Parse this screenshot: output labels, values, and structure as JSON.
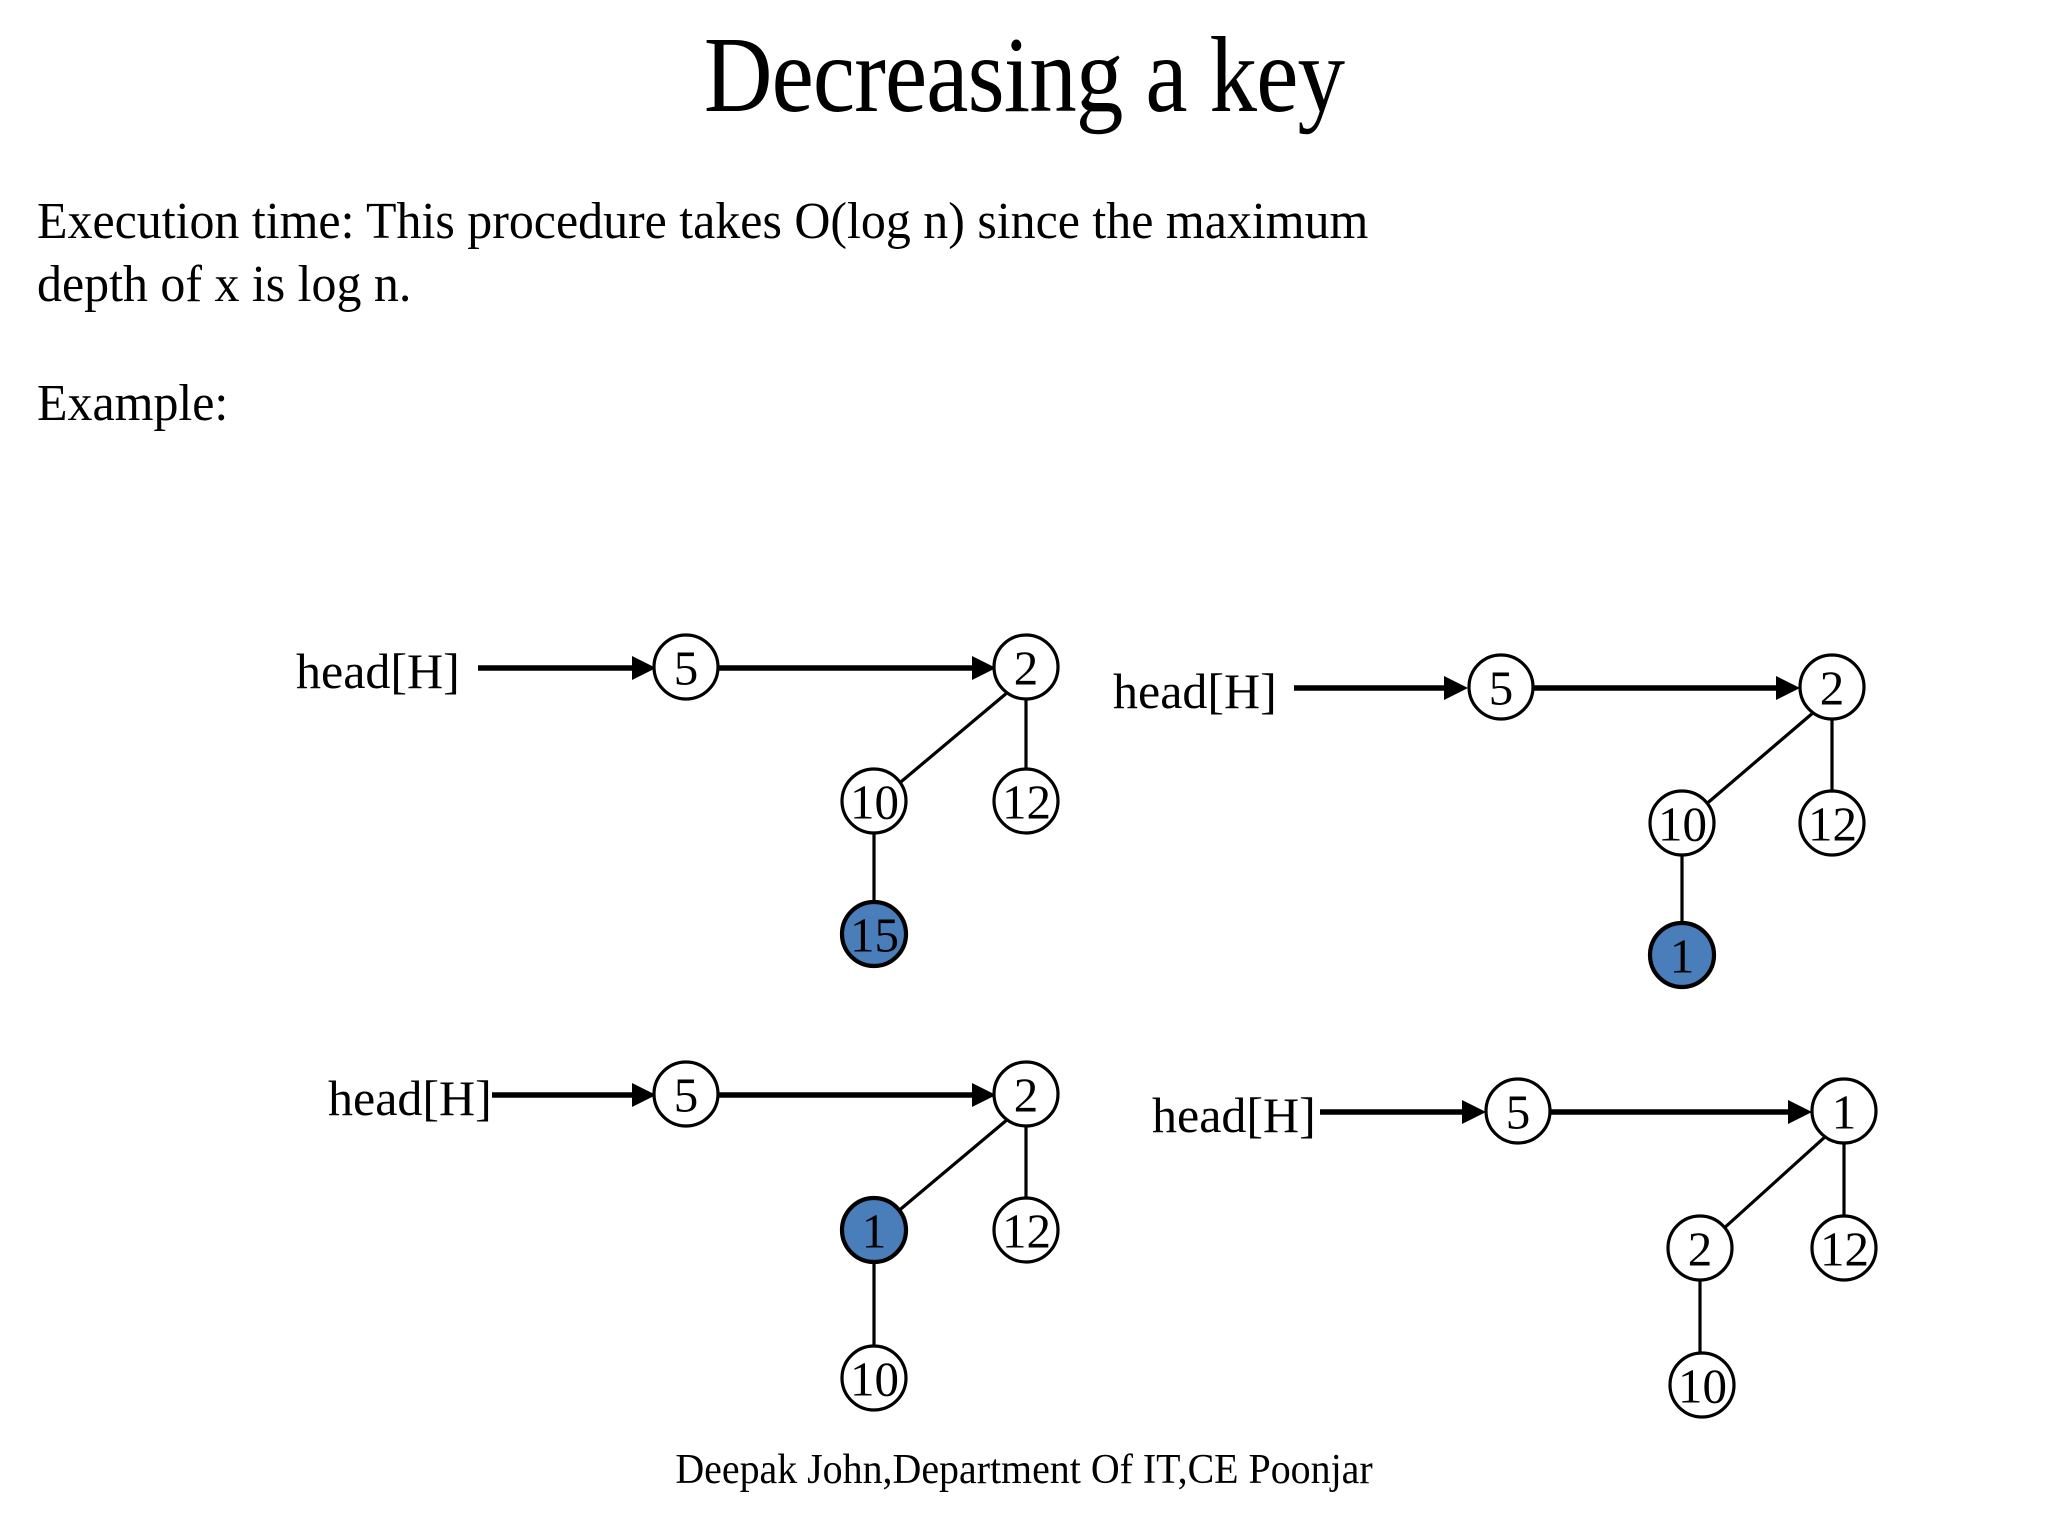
{
  "slide": {
    "title": "Decreasing a key",
    "paragraphs": {
      "execution_line1": "Execution time: This procedure takes O(log n) since the maximum",
      "execution_line2": "depth of x is log n.",
      "example_label": "Example:"
    },
    "footer": "Deepak John,Department Of IT,CE Poonjar"
  },
  "colors": {
    "highlight_node_fill": "#4A7EBB",
    "node_fill": "#FFFFFF",
    "stroke": "#000000",
    "background": "#FFFFFF"
  },
  "diagrams": [
    {
      "id": "step-1",
      "head_label": "head[H]",
      "nodes": [
        {
          "key": "root-5",
          "value": "5",
          "highlighted": false
        },
        {
          "key": "root-2",
          "value": "2",
          "highlighted": false
        },
        {
          "key": "child-10",
          "value": "10",
          "highlighted": false
        },
        {
          "key": "child-12",
          "value": "12",
          "highlighted": false
        },
        {
          "key": "child-15",
          "value": "15",
          "highlighted": true
        }
      ]
    },
    {
      "id": "step-2",
      "head_label": "head[H]",
      "nodes": [
        {
          "key": "root-5",
          "value": "5",
          "highlighted": false
        },
        {
          "key": "root-2",
          "value": "2",
          "highlighted": false
        },
        {
          "key": "child-10",
          "value": "10",
          "highlighted": false
        },
        {
          "key": "child-12",
          "value": "12",
          "highlighted": false
        },
        {
          "key": "child-1",
          "value": "1",
          "highlighted": true
        }
      ]
    },
    {
      "id": "step-3",
      "head_label": "head[H]",
      "nodes": [
        {
          "key": "root-5",
          "value": "5",
          "highlighted": false
        },
        {
          "key": "root-2",
          "value": "2",
          "highlighted": false
        },
        {
          "key": "child-1",
          "value": "1",
          "highlighted": true
        },
        {
          "key": "child-12",
          "value": "12",
          "highlighted": false
        },
        {
          "key": "child-10",
          "value": "10",
          "highlighted": false
        }
      ]
    },
    {
      "id": "step-4",
      "head_label": "head[H]",
      "nodes": [
        {
          "key": "root-5",
          "value": "5",
          "highlighted": false
        },
        {
          "key": "root-1",
          "value": "1",
          "highlighted": false
        },
        {
          "key": "child-2",
          "value": "2",
          "highlighted": false
        },
        {
          "key": "child-12",
          "value": "12",
          "highlighted": false
        },
        {
          "key": "child-10",
          "value": "10",
          "highlighted": false
        }
      ]
    }
  ]
}
